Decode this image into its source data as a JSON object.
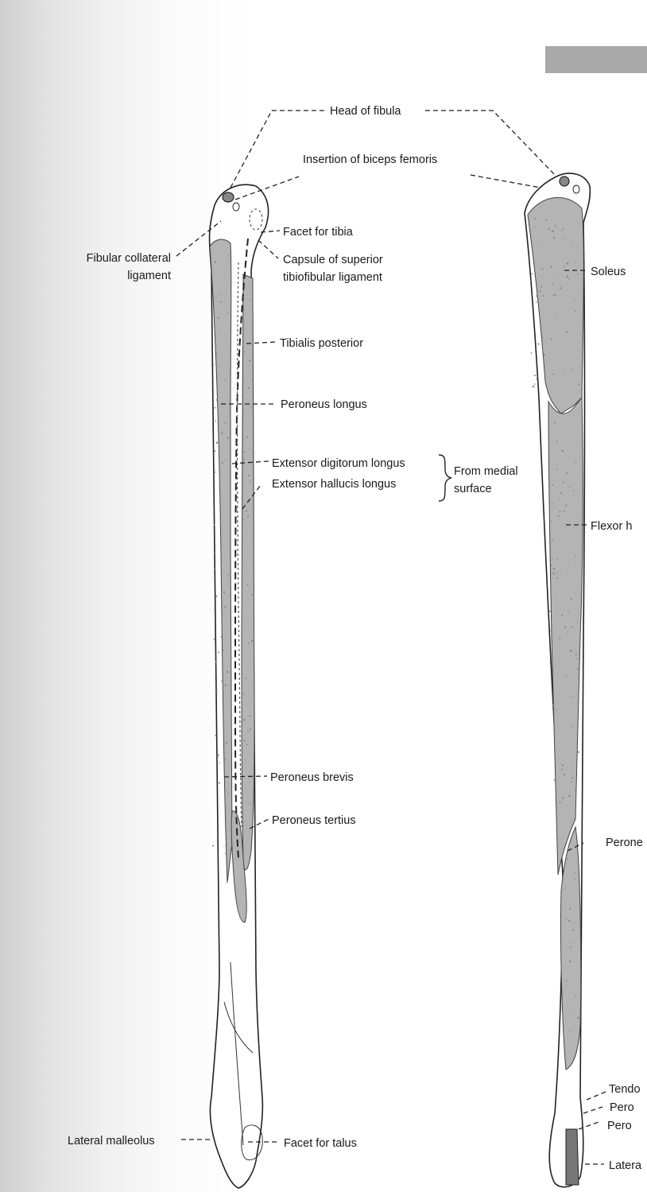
{
  "labels": {
    "head_of_fibula": "Head of fibula",
    "insertion_biceps_femoris": "Insertion of biceps femoris",
    "facet_for_tibia": "Facet for tibia",
    "fibular_collateral_1": "Fibular collateral",
    "fibular_collateral_2": "ligament",
    "capsule_1": "Capsule of superior",
    "capsule_2": "tibiofibular ligament",
    "tibialis_posterior": "Tibialis posterior",
    "peroneus_longus": "Peroneus longus",
    "extensor_digitorum_longus": "Extensor digitorum longus",
    "extensor_hallucis_longus": "Extensor hallucis longus",
    "from_medial_1": "From medial",
    "from_medial_2": "surface",
    "peroneus_brevis": "Peroneus brevis",
    "peroneus_tertius": "Peroneus tertius",
    "lateral_malleolus": "Lateral malleolus",
    "facet_for_talus": "Facet for talus",
    "soleus": "Soleus",
    "flexor_cut": "Flexor h",
    "perone_cut": "Perone",
    "tendo_cut": "Tendo",
    "pero_cut_1": "Pero",
    "pero_cut_2": "Pero",
    "latera_cut": "Latera"
  },
  "colors": {
    "muscle_area": "#b4b4b4",
    "bone_fill": "#ffffff",
    "line": "#222222",
    "header_bar": "#a9a9a9"
  }
}
